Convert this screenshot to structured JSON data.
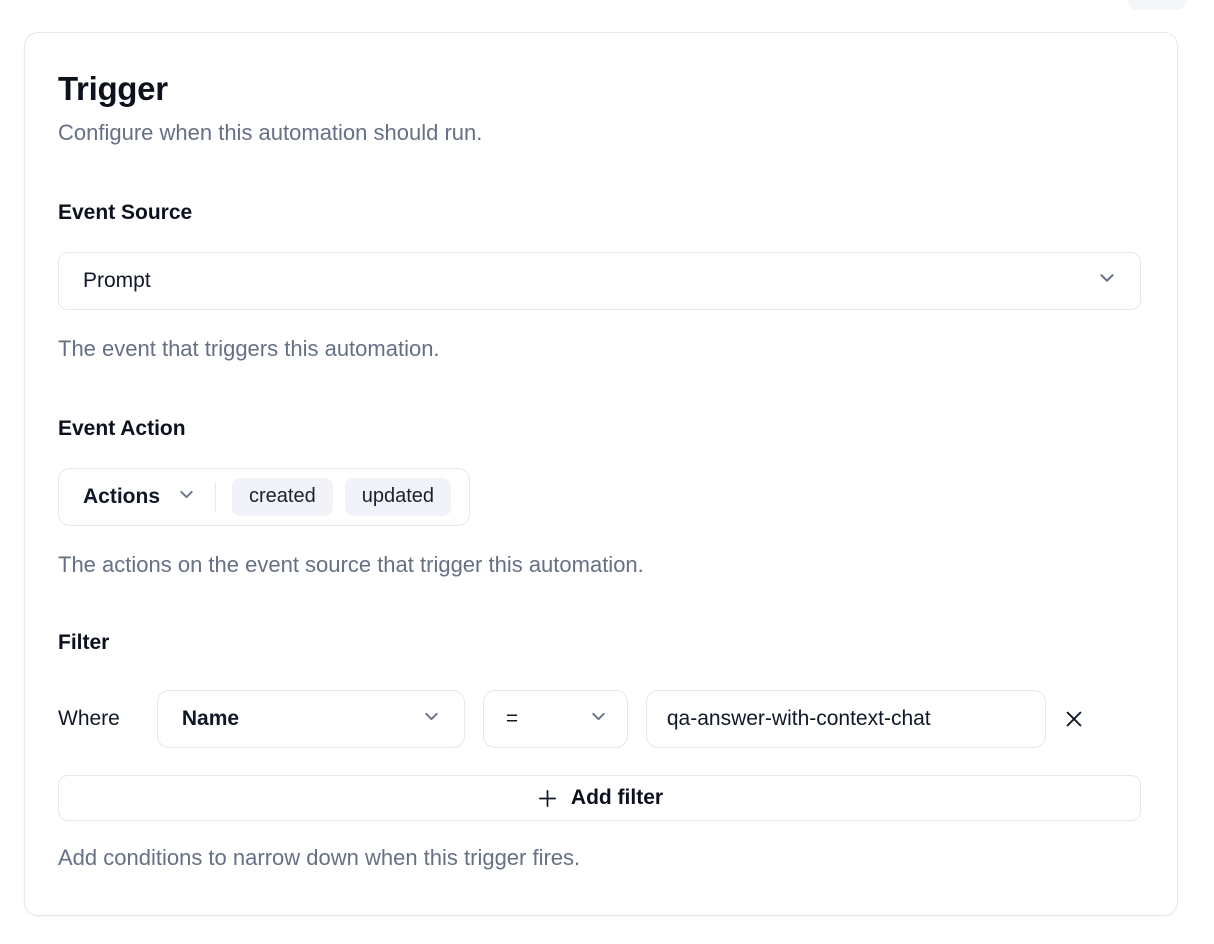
{
  "card": {
    "title": "Trigger",
    "subtitle": "Configure when this automation should run.",
    "event_source": {
      "label": "Event Source",
      "selected_value": "Prompt",
      "help": "The event that triggers this automation."
    },
    "event_action": {
      "label": "Event Action",
      "dropdown_label": "Actions",
      "tags": [
        "created",
        "updated"
      ],
      "help": "The actions on the event source that trigger this automation."
    },
    "filter": {
      "label": "Filter",
      "where_label": "Where",
      "field_selected": "Name",
      "operator_selected": "=",
      "value_input": "qa-answer-with-context-chat",
      "add_button_label": "Add filter",
      "help": "Add conditions to narrow down when this trigger fires."
    }
  },
  "icons": {
    "chevron_down": "chevron-down-icon",
    "close": "close-icon",
    "plus": "plus-icon"
  },
  "colors": {
    "text_primary": "#0c111d",
    "text_muted": "#667085",
    "border": "#e4e7ec",
    "tag_background": "#f1f3f8",
    "surface": "#ffffff"
  }
}
